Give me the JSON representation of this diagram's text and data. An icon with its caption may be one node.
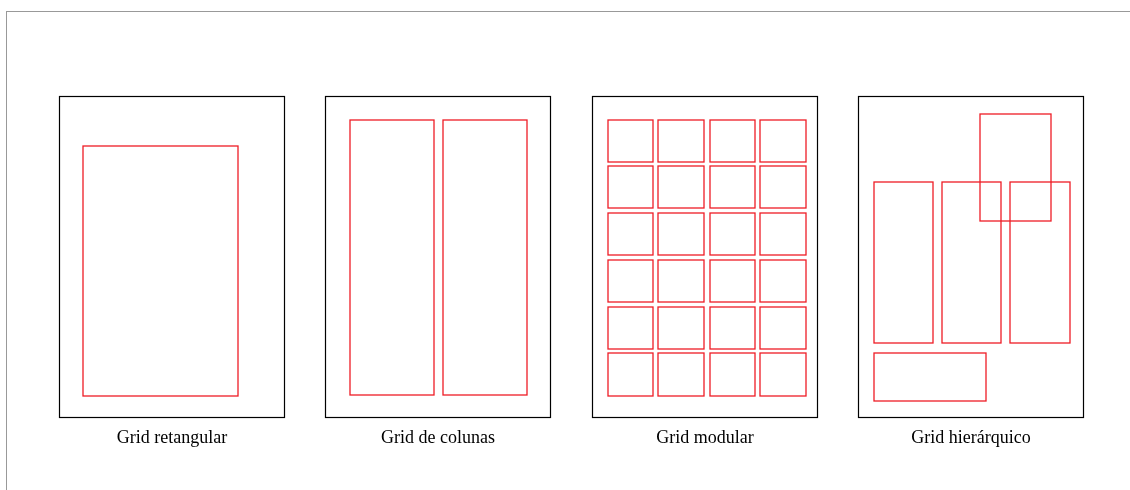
{
  "diagram": {
    "nodes": [
      {
        "text": [
          "Grid retangular"
        ]
      },
      {
        "text": [
          "Grid de colunas"
        ]
      },
      {
        "text": [
          "Grid modular"
        ]
      },
      {
        "text": [
          "Grid hierárquico"
        ]
      }
    ]
  }
}
